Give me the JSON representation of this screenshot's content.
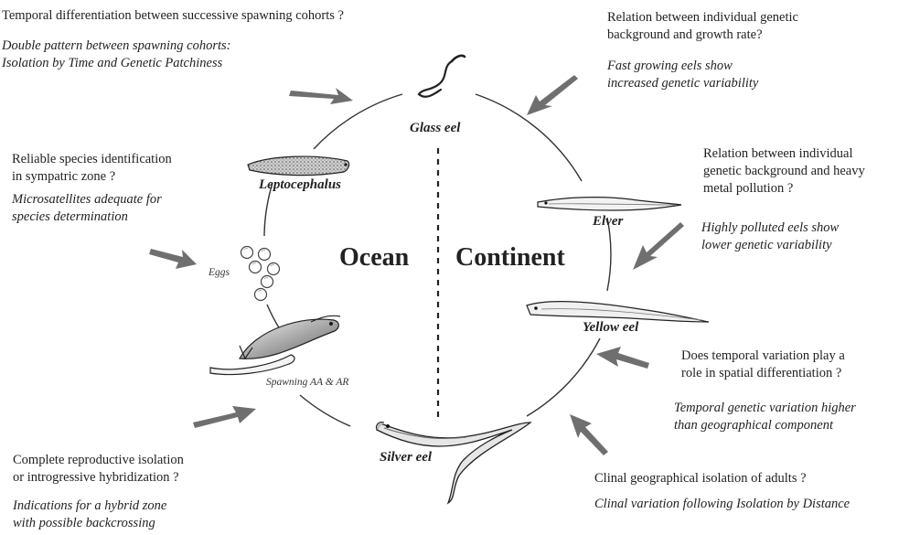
{
  "realms": {
    "ocean": "Ocean",
    "continent": "Continent"
  },
  "stages": {
    "glass_eel": "Glass eel",
    "leptocephalus": "Leptocephalus",
    "eggs": "Eggs",
    "spawning": "Spawning AA & AR",
    "silver_eel": "Silver eel",
    "elver": "Elver",
    "yellow_eel": "Yellow eel"
  },
  "questions": {
    "q1": {
      "question": "Temporal differentiation between successive spawning cohorts ?",
      "answer": "Double pattern between spawning cohorts:\nIsolation by Time and Genetic Patchiness"
    },
    "q2": {
      "question": "Relation between individual genetic\nbackground and growth rate?",
      "answer": "Fast growing eels show\nincreased genetic variability"
    },
    "q3": {
      "question": "Reliable species identification\nin sympatric zone ?",
      "answer": "Microsatellites adequate for\nspecies determination"
    },
    "q4": {
      "question": "Relation between individual\ngenetic background and heavy\nmetal pollution ?",
      "answer": "Highly polluted eels show\nlower genetic variability"
    },
    "q5": {
      "question": "Does temporal variation play a\nrole in spatial differentiation ?",
      "answer": "Temporal  genetic variation higher\nthan geographical component"
    },
    "q6": {
      "question": "Complete reproductive isolation\nor introgressive hybridization ?",
      "answer": "Indications for a hybrid zone\nwith possible backcrossing"
    },
    "q7": {
      "question": "Clinal geographical isolation of adults ?",
      "answer": "Clinal variation following Isolation by Distance"
    }
  },
  "colors": {
    "text": "#222222",
    "arrow": "#6f6f6f",
    "line": "#333333"
  }
}
